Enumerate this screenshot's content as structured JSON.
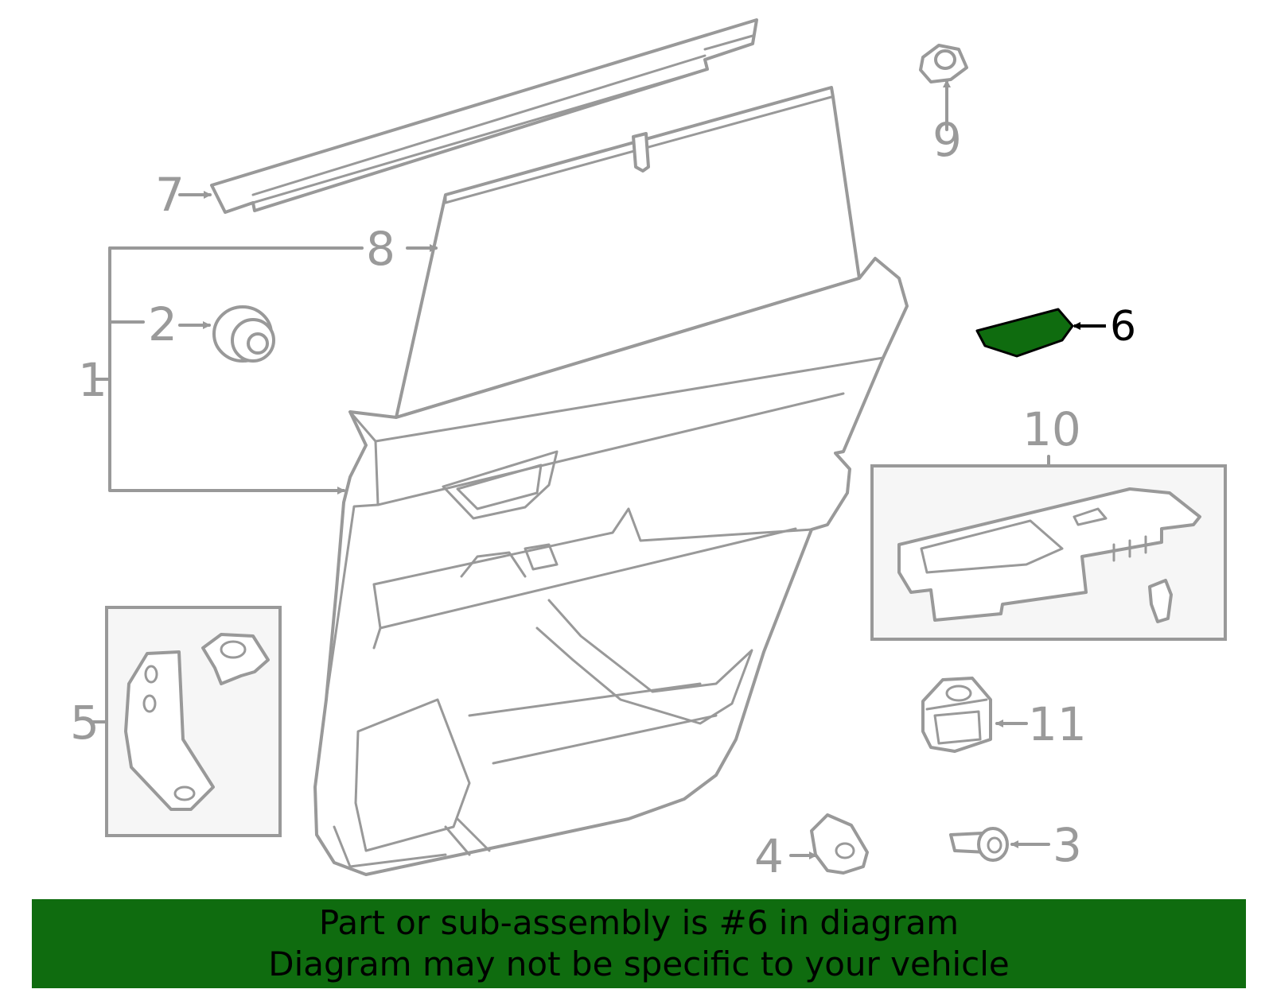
{
  "callouts": {
    "c1": "1",
    "c2": "2",
    "c3": "3",
    "c4": "4",
    "c5": "5",
    "c6": "6",
    "c7": "7",
    "c8": "8",
    "c9": "9",
    "c10": "10",
    "c11": "11"
  },
  "highlighted_part": "6",
  "colors": {
    "highlight": "#0f6c0f",
    "line": "#999999",
    "banner": "#0f6c0f"
  },
  "banner": {
    "line1": "Part or sub-assembly is #6 in diagram",
    "line2": "Diagram may not be specific to your vehicle"
  }
}
